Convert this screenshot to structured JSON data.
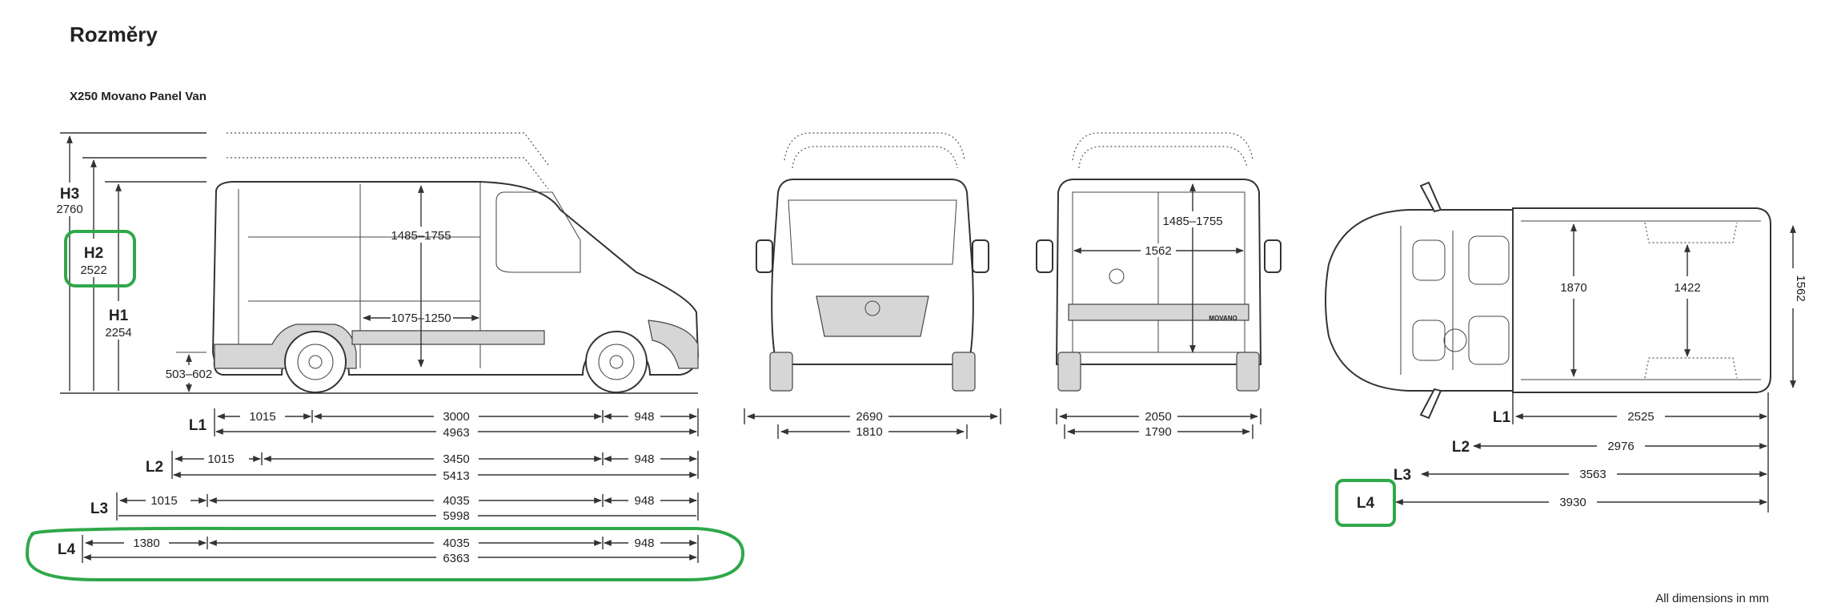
{
  "title": "Rozměry",
  "subtitle": "X250 Movano Panel Van",
  "footnote": "All dimensions in mm",
  "highlight_color": "#2fa84a",
  "side_view": {
    "heights": [
      {
        "label": "H3",
        "value": "2760"
      },
      {
        "label": "H2",
        "value": "2522"
      },
      {
        "label": "H1",
        "value": "2254"
      }
    ],
    "load_sill": "503–602",
    "cargo_height": "1485–1755",
    "side_door_width": "1075–1250",
    "brand_badge": "",
    "lengths": [
      {
        "label": "L1",
        "overhang_rear": "1015",
        "wheelbase": "3000",
        "overhang_front": "948",
        "total": "4963"
      },
      {
        "label": "L2",
        "overhang_rear": "1015",
        "wheelbase": "3450",
        "overhang_front": "948",
        "total": "5413"
      },
      {
        "label": "L3",
        "overhang_rear": "1015",
        "wheelbase": "4035",
        "overhang_front": "948",
        "total": "5998"
      },
      {
        "label": "L4",
        "overhang_rear": "1380",
        "wheelbase": "4035",
        "overhang_front": "948",
        "total": "6363"
      }
    ]
  },
  "front_view": {
    "width_mirrors": "2690",
    "track": "1810"
  },
  "rear_view": {
    "cargo_height": "1485–1755",
    "door_width": "1562",
    "width": "2050",
    "track": "1790",
    "model_badge": "MOVANO"
  },
  "top_view": {
    "cargo_width": "1870",
    "between_arches": "1422",
    "rear_door_width": "1562",
    "cargo_lengths": [
      {
        "label": "L1",
        "value": "2525"
      },
      {
        "label": "L2",
        "value": "2976"
      },
      {
        "label": "L3",
        "value": "3563"
      },
      {
        "label": "L4",
        "value": "3930"
      }
    ]
  }
}
